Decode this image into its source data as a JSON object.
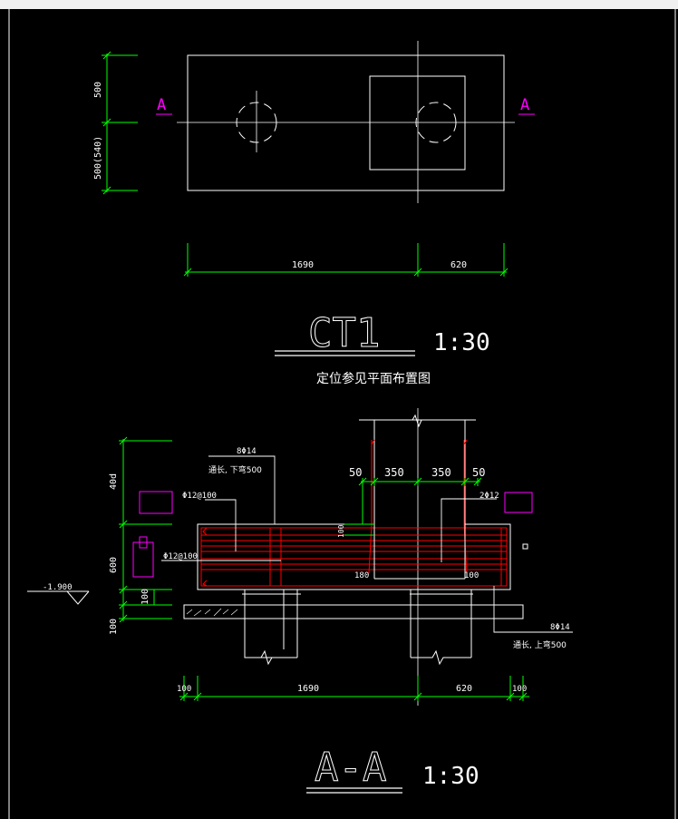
{
  "plan": {
    "section_mark_left": "A",
    "section_mark_right": "A",
    "dim_top": "500",
    "dim_bottom": "500(540)",
    "dim_length_left": "1690",
    "dim_length_right": "620"
  },
  "title_plan": {
    "name": "CT1",
    "scale": "1:30",
    "note": "定位参见平面布置图"
  },
  "section": {
    "dim_40d": "40d",
    "dim_600": "600",
    "dim_100a": "100",
    "dim_100b": "100",
    "elevation": "-1.900",
    "col_50_left": "50",
    "col_350_left": "350",
    "col_350_right": "350",
    "col_50_right": "50",
    "rebar_top_count": "8Φ14",
    "rebar_top_note": "通长, 下弯500",
    "rebar_side_left": "Φ12@100",
    "rebar_side_left2": "Φ12@100",
    "rebar_side_right": "2Φ12",
    "dim_100_inner": "100",
    "dim_180": "180",
    "dim_100_right": "100",
    "rebar_bottom_count": "8Φ14",
    "rebar_bottom_note": "通长, 上弯500",
    "bot_100_left": "100",
    "bot_1690": "1690",
    "bot_620": "620",
    "bot_100_right": "100"
  },
  "title_section": {
    "name": "A-A",
    "scale": "1:30"
  },
  "colors": {
    "green": "#00ff00",
    "red": "#ff0000",
    "magenta": "#ff00ff",
    "white": "#ffffff"
  }
}
